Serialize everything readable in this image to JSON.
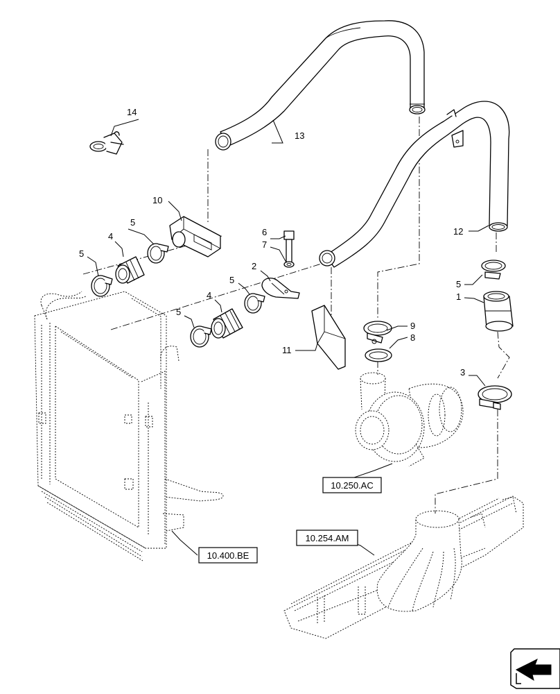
{
  "callouts": {
    "c1": "1",
    "c2": "2",
    "c3": "3",
    "c4a": "4",
    "c4b": "4",
    "c5a": "5",
    "c5b": "5",
    "c5c": "5",
    "c5d": "5",
    "c5e": "5",
    "c6": "6",
    "c7": "7",
    "c8": "8",
    "c9": "9",
    "c10": "10",
    "c11": "11",
    "c12": "12",
    "c13": "13",
    "c14": "14"
  },
  "references": {
    "turbo": "10.250.AC",
    "manifold": "10.254.AM",
    "radiator": "10.400.BE"
  },
  "icons": {
    "nav": "next-page-arrow-icon"
  }
}
